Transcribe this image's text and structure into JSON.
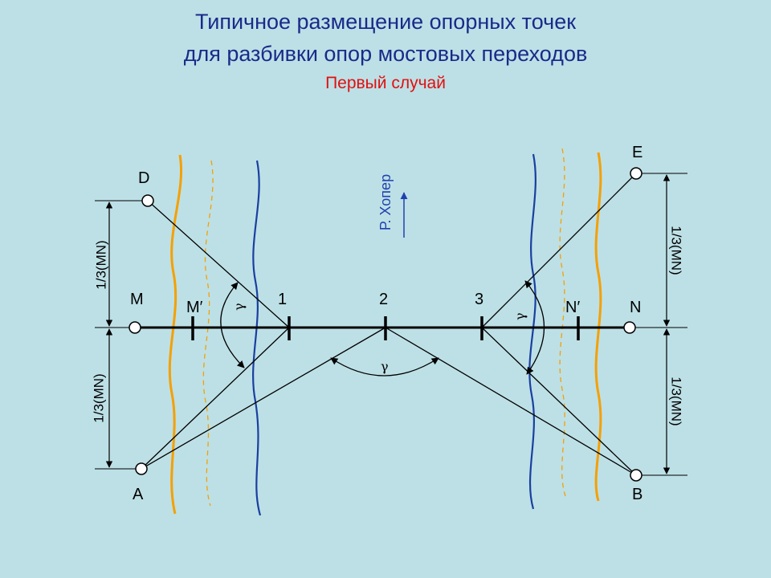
{
  "title": {
    "line1": "Типичное размещение опорных точек",
    "line2": "для разбивки опор мостовых переходов",
    "line3": "Первый случай"
  },
  "points": {
    "D": "D",
    "E": "E",
    "M": "M",
    "N": "N",
    "M_prime": "M′",
    "N_prime": "N′",
    "A": "A",
    "B": "B",
    "p1": "1",
    "p2": "2",
    "p3": "3"
  },
  "river_label": "Р. Хопер",
  "dimension_label": "1/3(MN)",
  "angle_label": "γ",
  "colors": {
    "background": "#bde0e6",
    "title": "#1a2a8a",
    "subtitle": "#e01010",
    "bank": "#f5a000",
    "water": "#1a3fa0",
    "river_label": "#2040b0"
  }
}
